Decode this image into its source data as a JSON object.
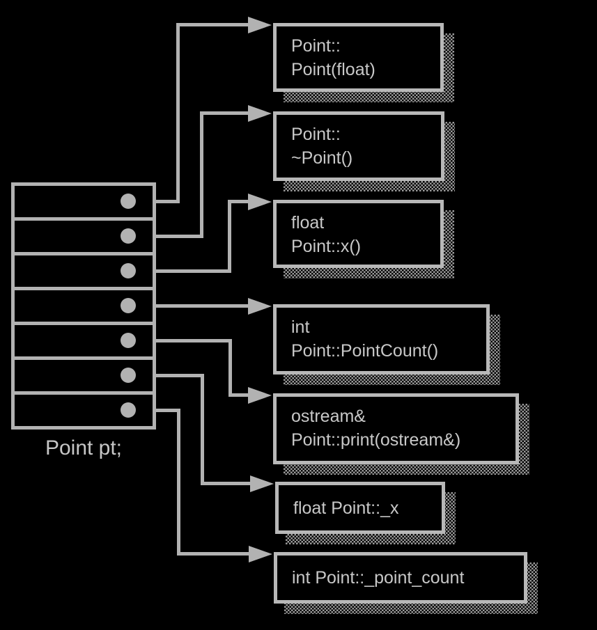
{
  "diagram": {
    "object_label": "Point pt;",
    "object_slot_count": 7,
    "members": [
      {
        "lines": [
          "Point::",
          "Point(float)"
        ]
      },
      {
        "lines": [
          "Point::",
          "~Point()"
        ]
      },
      {
        "lines": [
          "float",
          "Point::x()"
        ]
      },
      {
        "lines": [
          "int",
          "Point::PointCount()"
        ]
      },
      {
        "lines": [
          "ostream&",
          "Point::print(ostream&)"
        ]
      },
      {
        "lines": [
          "float Point::_x"
        ]
      },
      {
        "lines": [
          "int Point::_point_count"
        ]
      }
    ],
    "colors": {
      "background": "#000000",
      "line": "#b2b2b2",
      "text": "#c8c8c8",
      "shadow": "#9a9a9a"
    }
  }
}
